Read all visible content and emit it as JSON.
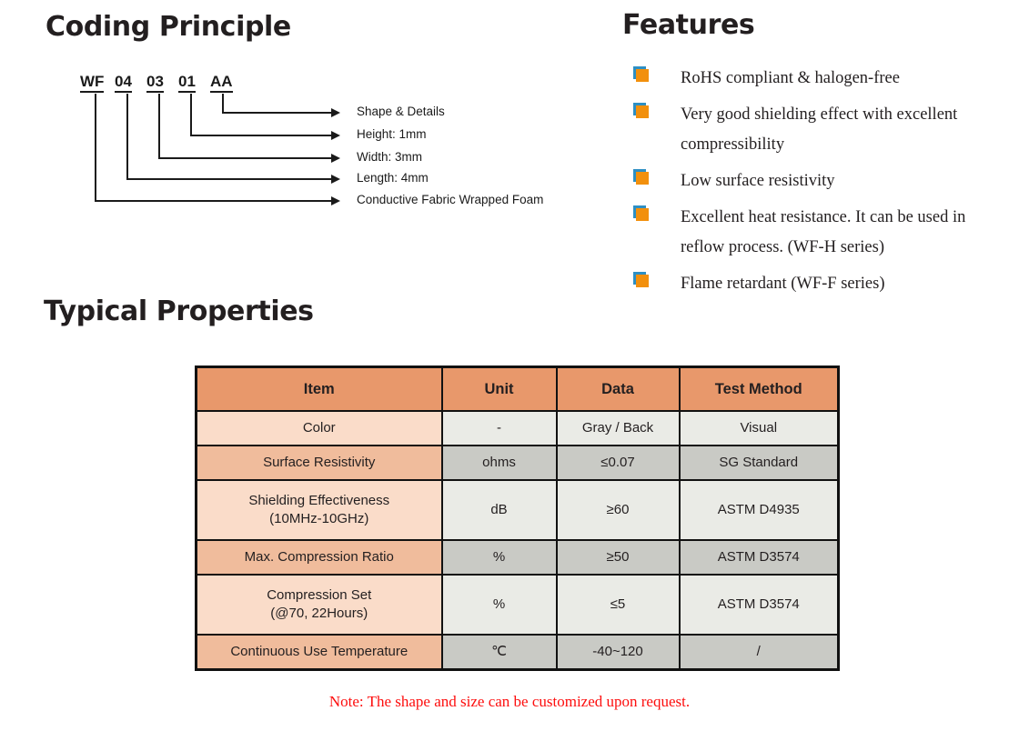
{
  "sections": {
    "coding_title": "Coding Principle",
    "features_title": "Features",
    "properties_title": "Typical Properties"
  },
  "coding": {
    "tokens": [
      "WF",
      "04",
      "03",
      "01",
      "AA"
    ],
    "labels": [
      "Shape & Details",
      "Height: 1mm",
      "Width: 3mm",
      "Length: 4mm",
      "Conductive Fabric Wrapped Foam"
    ]
  },
  "features": {
    "bullet_color": "#f2900d",
    "bullet_shadow_color": "#2d8fc4",
    "items": [
      "RoHS compliant & halogen-free",
      "Very good shielding effect with excellent compressibility",
      "Low surface resistivity",
      "Excellent heat resistance. It can be used in reflow process. (WF-H series)",
      "Flame retardant (WF-F series)"
    ]
  },
  "table": {
    "header_color": "#e8986b",
    "headers": [
      "Item",
      "Unit",
      "Data",
      "Test Method"
    ],
    "rows": [
      {
        "item": "Color",
        "unit": "-",
        "data": "Gray / Back",
        "method": "Visual"
      },
      {
        "item": "Surface Resistivity",
        "unit": "ohms",
        "data": "≤0.07",
        "method": "SG Standard"
      },
      {
        "item": "Shielding Effectiveness\n(10MHz-10GHz)",
        "unit": "dB",
        "data": "≥60",
        "method": "ASTM D4935"
      },
      {
        "item": "Max. Compression Ratio",
        "unit": "%",
        "data": "≥50",
        "method": "ASTM D3574"
      },
      {
        "item": "Compression Set\n(@70, 22Hours)",
        "unit": "%",
        "data": "≤5",
        "method": "ASTM D3574"
      },
      {
        "item": "Continuous Use Temperature",
        "unit": "℃",
        "data": "-40~120",
        "method": "/"
      }
    ],
    "note": "Note: The shape and size can be customized upon request.",
    "note_color": "#fd0d0d"
  }
}
